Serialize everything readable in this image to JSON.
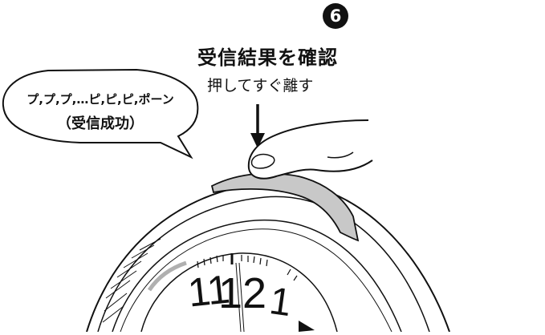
{
  "step": {
    "number": "6",
    "title": "受信結果を確認",
    "instruction": "押してすぐ離す"
  },
  "speech_bubble": {
    "line1": "プ,プ,プ,…ピ,ピ,ピ,ポーン",
    "line2": "（受信成功）"
  },
  "clock_numerals": {
    "eleven": "11",
    "twelve": "12",
    "one": "1"
  },
  "colors": {
    "ink": "#111111",
    "button_fill": "#c8c8c8",
    "hand_gray": "#b0b0b0",
    "background": "#ffffff"
  },
  "icons": [
    "down-arrow-icon",
    "finger-icon"
  ]
}
